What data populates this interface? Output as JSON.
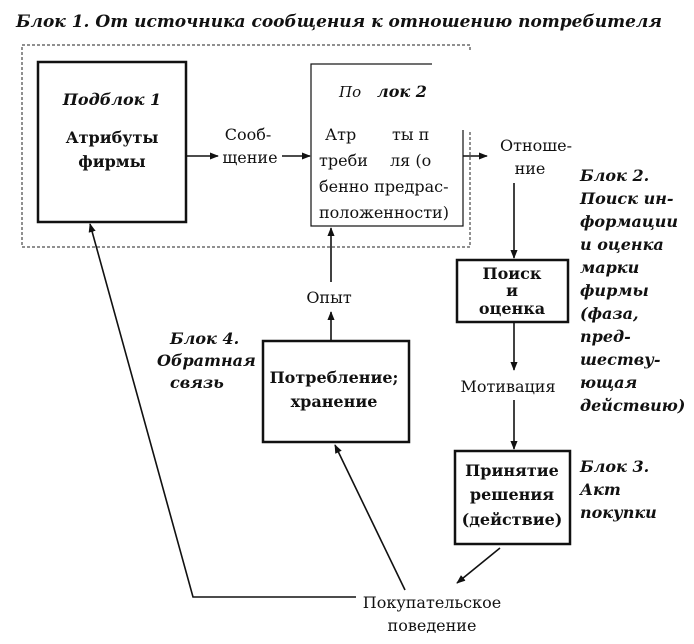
{
  "header": "Блок 1. От источника сообщения к отношению потребителя",
  "subblock1": {
    "title": "Подблок 1",
    "line1": "Атрибуты",
    "line2": "фирмы"
  },
  "message": {
    "line1": "Сооб-",
    "line2": "щение"
  },
  "subblock2": {
    "title_a": "По",
    "title_b": "лок 2",
    "line1_a": "Атр",
    "line1_b": "ты п",
    "line2_a": "треби",
    "line2_b": "ля (о",
    "line3": "бенно предрас-",
    "line4": "положенности)"
  },
  "attitude": {
    "line1": "Отноше-",
    "line2": "ние"
  },
  "block2": {
    "lines": [
      "Блок 2.",
      "Поиск ин-",
      "формации",
      "и оценка",
      "марки",
      "фирмы",
      "(фаза,",
      "пред-",
      "шеству-",
      "ющая",
      "действию)"
    ]
  },
  "search": {
    "line1": "Поиск",
    "line2": "и",
    "line3": "оценка"
  },
  "motivation": "Мотивация",
  "decision": {
    "line1": "Принятие",
    "line2": "решения",
    "line3": "(действие)"
  },
  "block3": {
    "line1": "Блок 3.",
    "line2": "Акт",
    "line3": "покупки"
  },
  "experience": "Опыт",
  "consumption": {
    "line1": "Потребление;",
    "line2": "хранение"
  },
  "block4": {
    "line1": "Блок 4.",
    "line2": "Обратная",
    "line3": "связь"
  },
  "behavior": {
    "line1": "Покупательское",
    "line2": "поведение"
  }
}
